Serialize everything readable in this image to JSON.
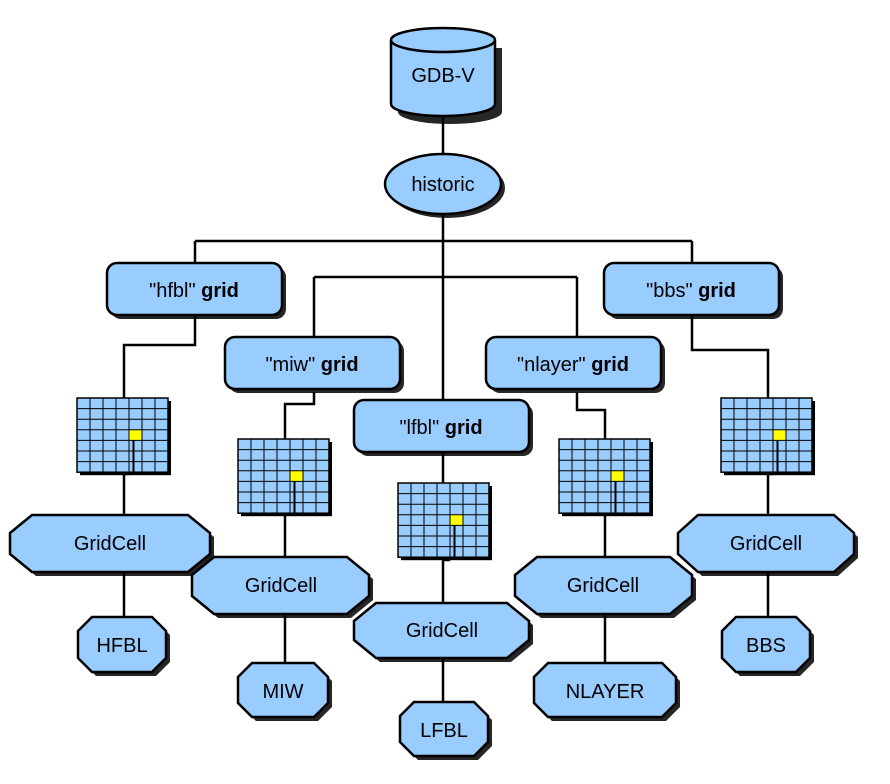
{
  "database": {
    "label": "GDB-V"
  },
  "historic": {
    "label": "historic"
  },
  "grids": [
    {
      "id": "hfbl",
      "quoted": "\"hfbl\"",
      "keyword": "grid"
    },
    {
      "id": "miw",
      "quoted": "\"miw\"",
      "keyword": "grid"
    },
    {
      "id": "lfbl",
      "quoted": "\"lfbl\"",
      "keyword": "grid"
    },
    {
      "id": "nlayer",
      "quoted": "\"nlayer\"",
      "keyword": "grid"
    },
    {
      "id": "bbs",
      "quoted": "\"bbs\"",
      "keyword": "grid"
    }
  ],
  "gridcells": [
    {
      "id": "hfbl",
      "label": "GridCell"
    },
    {
      "id": "miw",
      "label": "GridCell"
    },
    {
      "id": "lfbl",
      "label": "GridCell"
    },
    {
      "id": "nlayer",
      "label": "GridCell"
    },
    {
      "id": "bbs",
      "label": "GridCell"
    }
  ],
  "layers": [
    {
      "id": "hfbl",
      "label": "HFBL"
    },
    {
      "id": "miw",
      "label": "MIW"
    },
    {
      "id": "lfbl",
      "label": "LFBL"
    },
    {
      "id": "nlayer",
      "label": "NLAYER"
    },
    {
      "id": "bbs",
      "label": "BBS"
    }
  ],
  "colors": {
    "node_fill": "#99ccff",
    "cell_fill": "#99ccff",
    "highlight_cell": "#ffff00",
    "outline": "#000000"
  }
}
